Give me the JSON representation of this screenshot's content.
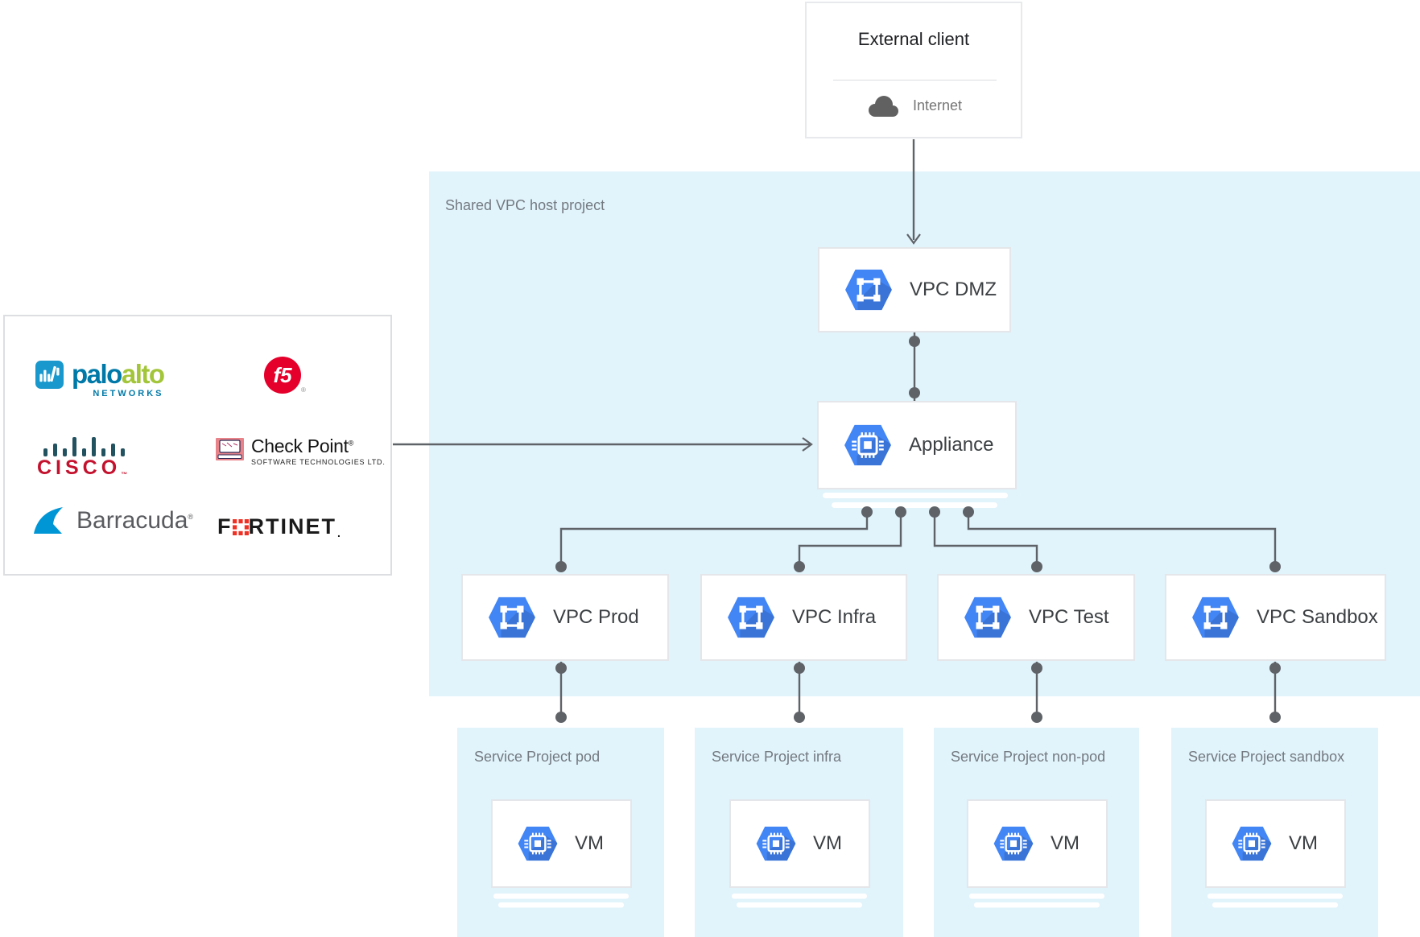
{
  "external_client": {
    "title": "External client",
    "connection": "Internet"
  },
  "host_project": {
    "label": "Shared VPC host project"
  },
  "nodes": {
    "dmz": "VPC DMZ",
    "appliance": "Appliance"
  },
  "vpc_networks": [
    {
      "label": "VPC Prod"
    },
    {
      "label": "VPC Infra"
    },
    {
      "label": "VPC Test"
    },
    {
      "label": "VPC Sandbox"
    }
  ],
  "service_projects": [
    {
      "label": "Service Project pod",
      "vm": "VM"
    },
    {
      "label": "Service Project infra",
      "vm": "VM"
    },
    {
      "label": "Service Project non-pod",
      "vm": "VM"
    },
    {
      "label": "Service Project sandbox",
      "vm": "VM"
    }
  ],
  "vendors": {
    "paloalto": {
      "word_primary": "palo",
      "word_secondary": "alto",
      "subtitle": "NETWORKS"
    },
    "f5": {
      "mark": "f5",
      "reg": "®"
    },
    "cisco": {
      "mark": "CISCO",
      "tm": "™"
    },
    "checkpoint": {
      "mark": "Check Point",
      "reg": "®",
      "subtitle": "SOFTWARE TECHNOLOGIES LTD."
    },
    "barracuda": {
      "mark": "Barracuda",
      "reg": "®"
    },
    "fortinet": {
      "mark_start": "F",
      "mark_end": "RTINET",
      "period": "."
    }
  },
  "colors": {
    "host_region_blue": "#E1F3FB",
    "gcp_icon_blue": "#4285F4",
    "connector_gray": "#5F6368",
    "label_gray": "#747A80",
    "text_dark": "#3C4043"
  }
}
